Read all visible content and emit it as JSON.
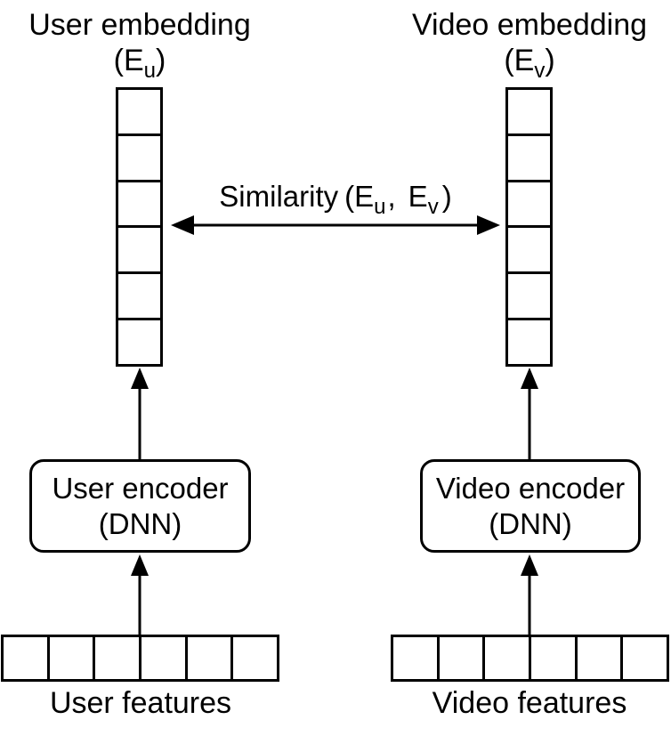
{
  "canvas": {
    "background": "#ffffff",
    "ink": "#000000"
  },
  "left_tower": {
    "title": "User embedding",
    "symbol_open": "(E",
    "symbol_sub": "u",
    "symbol_close": ")",
    "embedding_cells": 6,
    "encoder_title": "User encoder",
    "encoder_subtitle": "(DNN)",
    "feature_cells": 6,
    "features_label": "User features"
  },
  "right_tower": {
    "title": "Video embedding",
    "symbol_open": "(E",
    "symbol_sub": "v",
    "symbol_close": ")",
    "embedding_cells": 6,
    "encoder_title": "Video encoder",
    "encoder_subtitle": "(DNN)",
    "feature_cells": 6,
    "features_label": "Video features"
  },
  "similarity": {
    "label": "Similarity",
    "open": "(E",
    "sub_u": "u",
    "separator": ",",
    "second": "E",
    "sub_v": "v",
    "close": ")"
  }
}
